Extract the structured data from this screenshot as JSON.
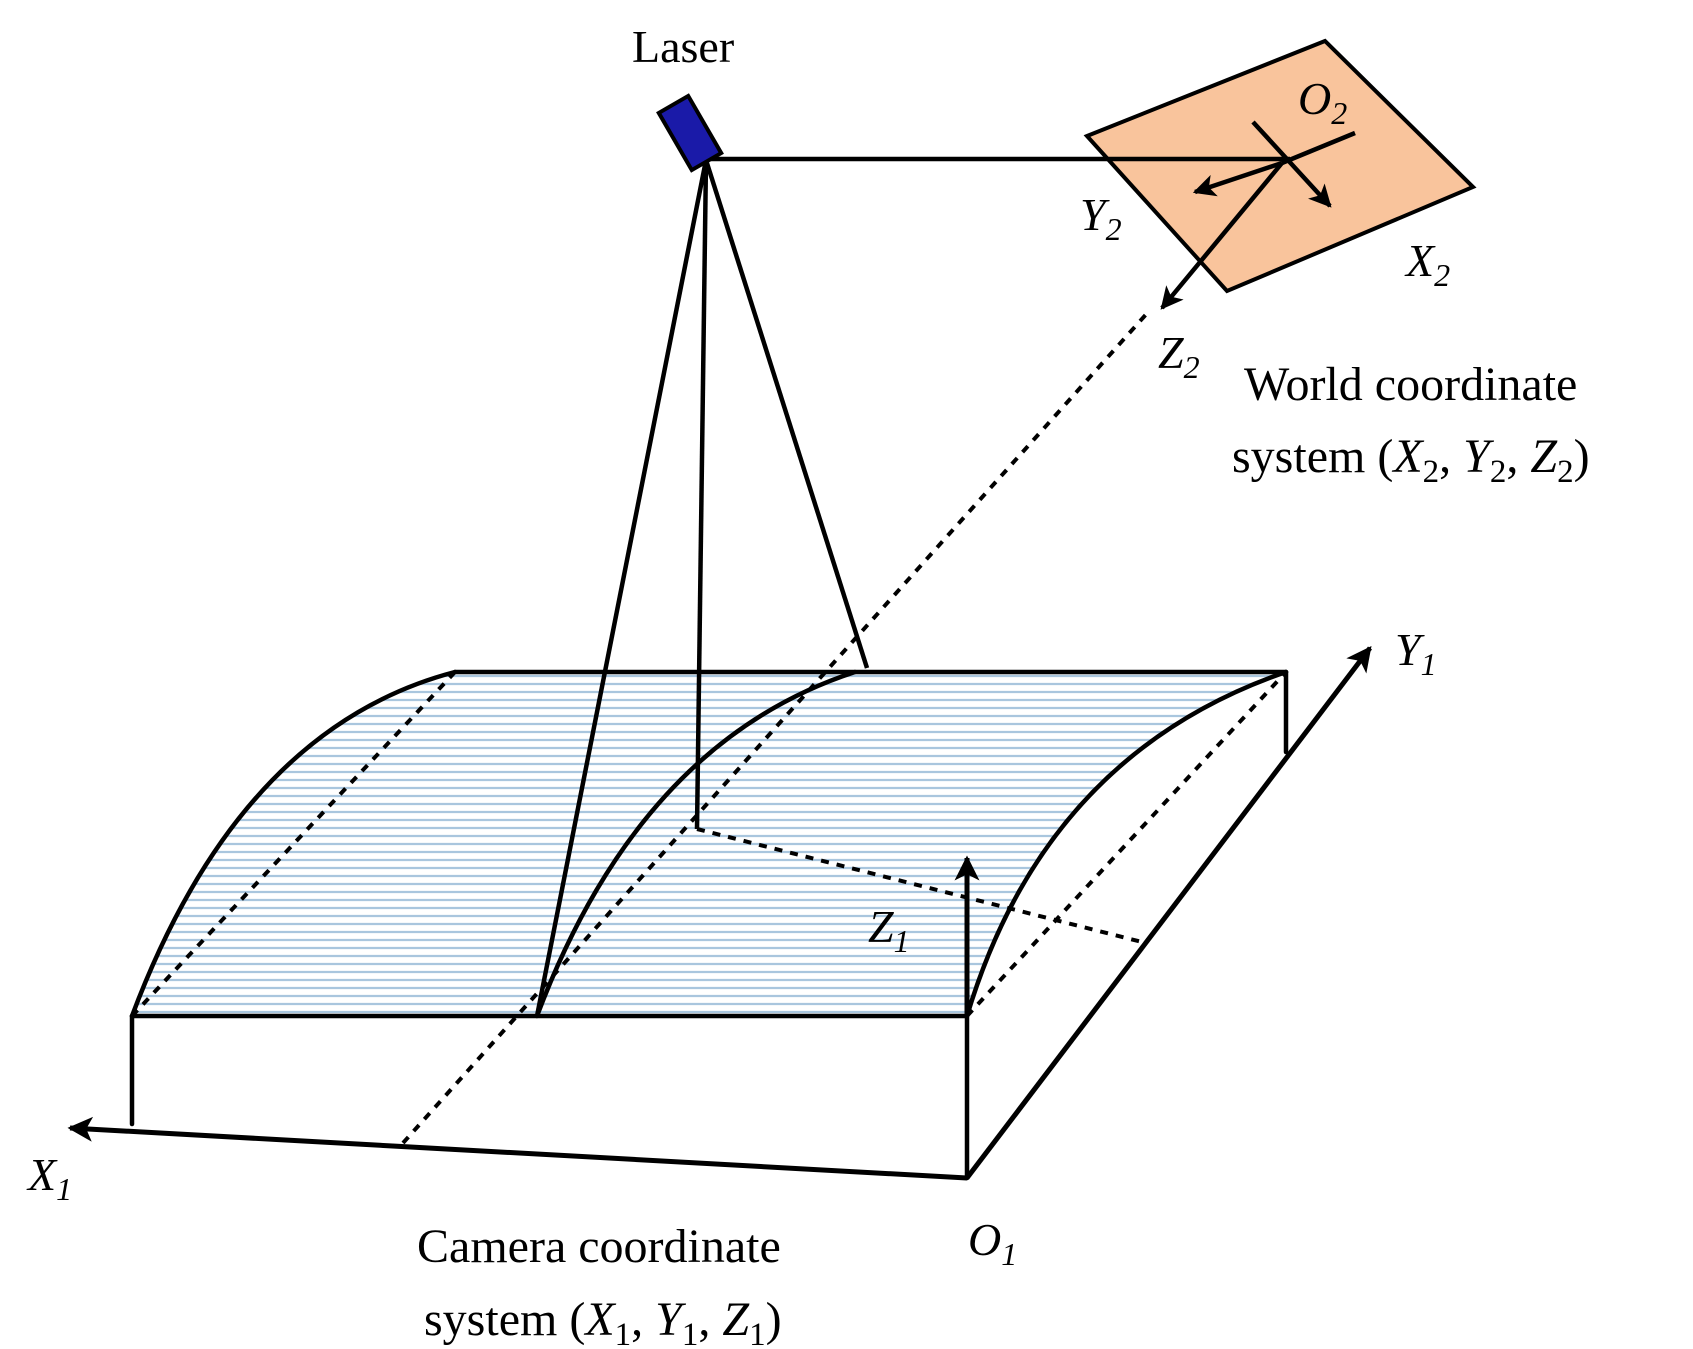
{
  "labels": {
    "laser": "Laser",
    "world_axes": {
      "origin": {
        "main": "O",
        "sub": "2"
      },
      "x": {
        "main": "X",
        "sub": "2"
      },
      "y": {
        "main": "Y",
        "sub": "2"
      },
      "z": {
        "main": "Z",
        "sub": "2"
      }
    },
    "camera_axes": {
      "origin": {
        "main": "O",
        "sub": "1"
      },
      "x": {
        "main": "X",
        "sub": "1"
      },
      "y": {
        "main": "Y",
        "sub": "1"
      },
      "z": {
        "main": "Z",
        "sub": "1"
      }
    },
    "world_caption": {
      "line1": "World coordinate",
      "line2_prefix": "system (",
      "line2_vars": [
        {
          "main": "X",
          "sub": "2"
        },
        {
          "main": "Y",
          "sub": "2"
        },
        {
          "main": "Z",
          "sub": "2"
        }
      ],
      "separator": ", ",
      "line2_suffix": ")"
    },
    "camera_caption": {
      "line1": "Camera coordinate",
      "line2_prefix": "system (",
      "line2_vars": [
        {
          "main": "X",
          "sub": "1"
        },
        {
          "main": "Y",
          "sub": "1"
        },
        {
          "main": "Z",
          "sub": "1"
        }
      ],
      "separator": ", ",
      "line2_suffix": ")"
    }
  },
  "colors": {
    "laser_body": "#1a1aa8",
    "world_plane_fill": "#f9c49c",
    "surface_hatch": "#a9c6de",
    "stroke": "#000000"
  }
}
